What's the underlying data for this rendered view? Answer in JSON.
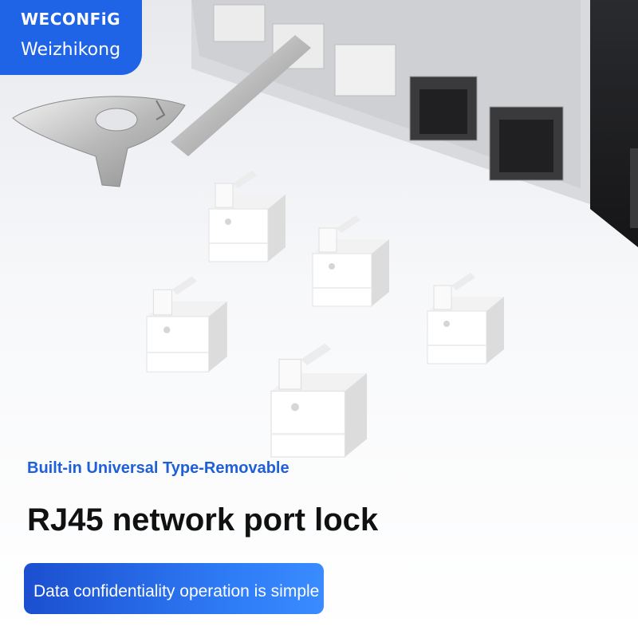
{
  "brand": {
    "name": "WECONFiG",
    "sub": "Weizhikong",
    "color": "#1f63e6"
  },
  "product": {
    "feature": "Built-in Universal Type-Removable",
    "title": "RJ45 network port lock",
    "tagline": "Data confidentiality operation is simple"
  },
  "colors": {
    "accent_blue": "#1f5fd8",
    "device_dark": "#1d1d1f",
    "lock_white": "#ffffff",
    "key_silver": "#c8c8c8"
  },
  "scene_icons": [
    "network-switch-icon",
    "removal-key-icon",
    "rj45-port-lock-icon"
  ]
}
